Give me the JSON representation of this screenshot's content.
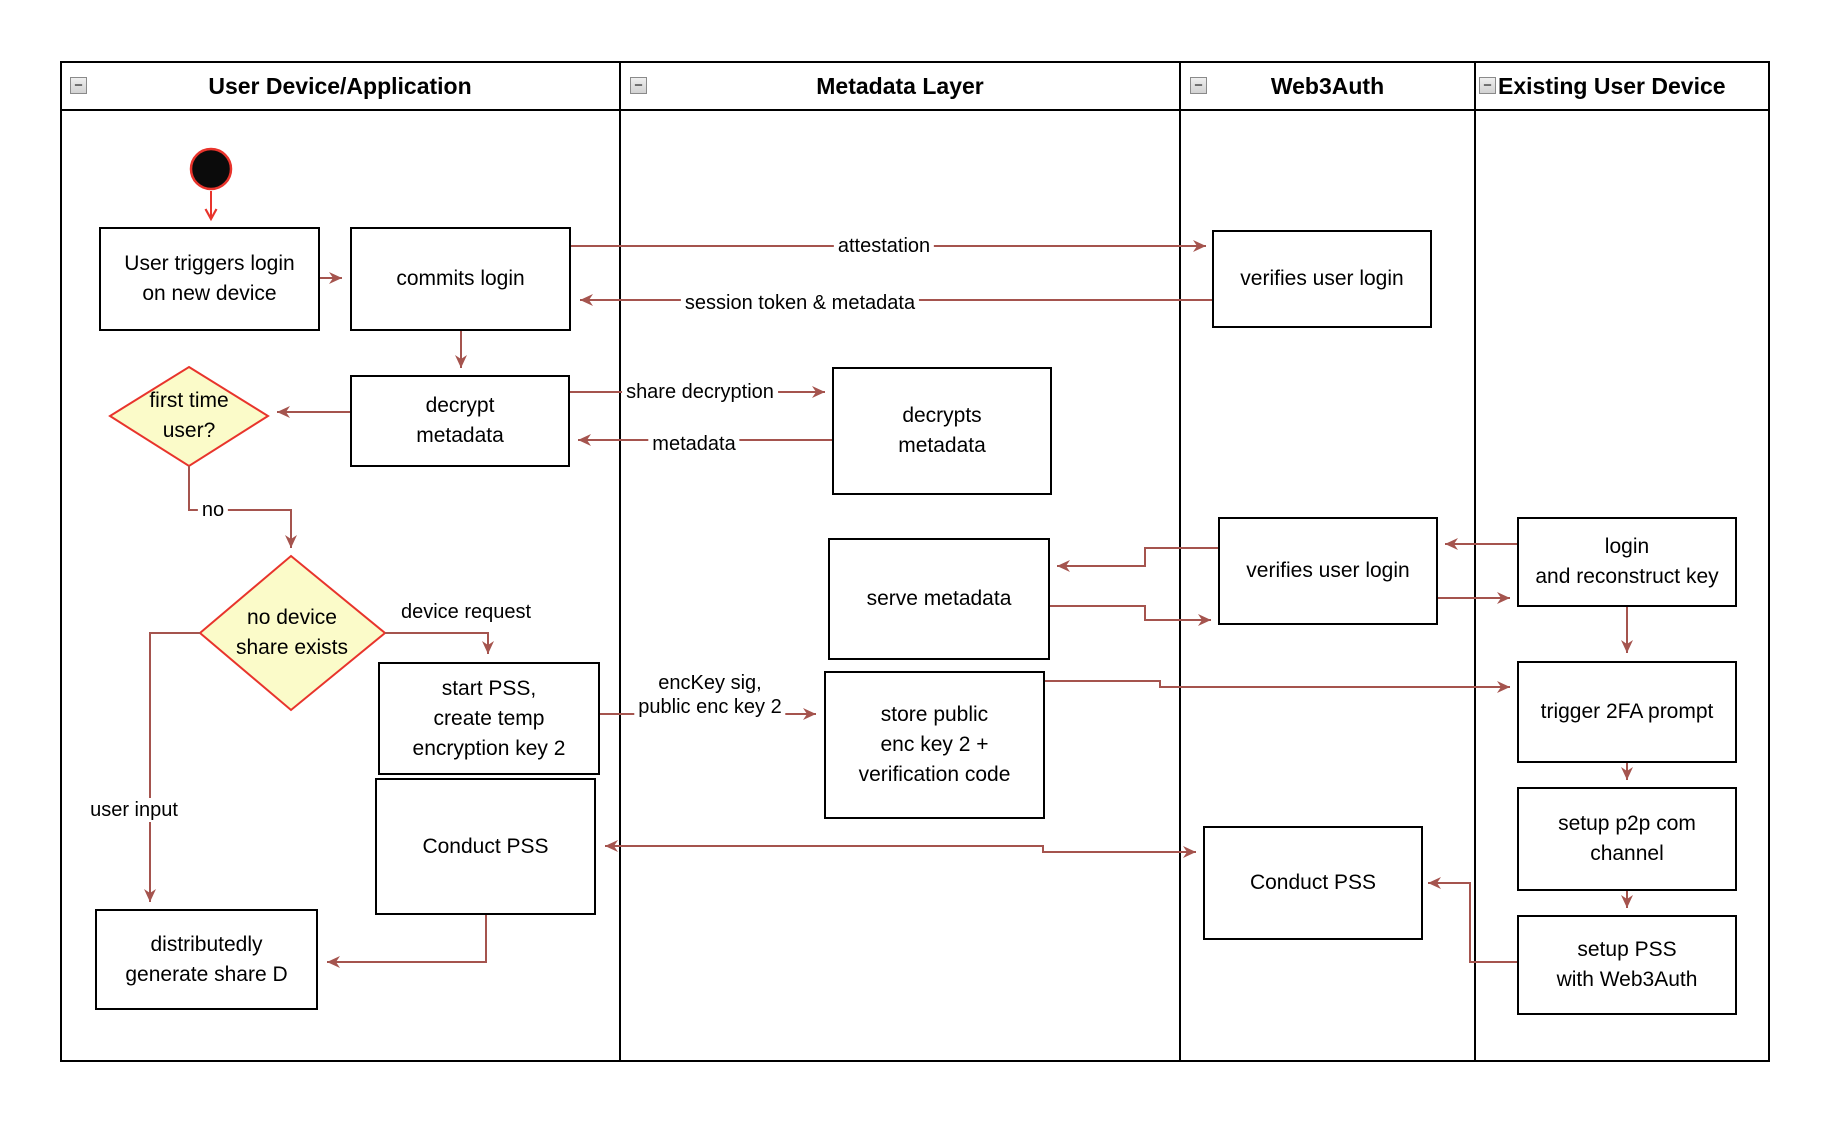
{
  "colors": {
    "arrow": "#a5544e",
    "accent_red": "#e8342c",
    "decision_fill": "#fbfbc9",
    "box_border": "#000000",
    "lane_border": "#000000"
  },
  "icons": {
    "collapse": "−"
  },
  "lanes": [
    {
      "title": "User Device/Application"
    },
    {
      "title": "Metadata Layer"
    },
    {
      "title": "Web3Auth"
    },
    {
      "title": "Existing User Device"
    }
  ],
  "nodes": {
    "user_triggers": "User triggers login\non new device",
    "commits_login": "commits login",
    "decrypt_metadata": "decrypt\nmetadata",
    "first_time_user": "first time\nuser?",
    "no_device_share": "no device\nshare exists",
    "start_pss": "start PSS,\ncreate temp\nencryption key 2",
    "conduct_pss_user": "Conduct PSS",
    "generate_share_d": "distributedly\ngenerate share D",
    "decrypts_metadata": "decrypts\nmetadata",
    "serve_metadata": "serve metadata",
    "store_public": "store public\nenc key 2 +\nverification code",
    "verifies_login_top": "verifies user login",
    "verifies_login_mid": "verifies user login",
    "conduct_pss_web3": "Conduct PSS",
    "login_reconstruct": "login\nand reconstruct key",
    "trigger_2fa": "trigger 2FA prompt",
    "setup_p2p": "setup p2p com\nchannel",
    "setup_pss": "setup PSS\nwith Web3Auth"
  },
  "edge_labels": {
    "attestation": "attestation",
    "session_token": "session token & metadata",
    "share_decryption": "share decryption",
    "metadata": "metadata",
    "no": "no",
    "device_request": "device request",
    "enckey": "encKey sig,\npublic enc key 2",
    "user_input": "user input"
  }
}
